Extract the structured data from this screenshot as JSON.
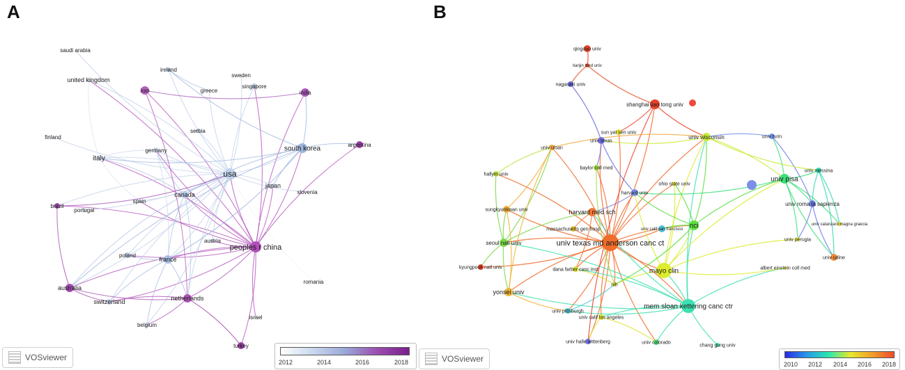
{
  "panels": [
    {
      "letter": "A",
      "badge": "VOSviewer",
      "legend": {
        "ticks": [
          "2012",
          "2014",
          "2016",
          "2018"
        ]
      },
      "nodes": [
        {
          "id": "saudi arabia",
          "c": "#ffffff"
        },
        {
          "id": "united kingdom",
          "c": "#d9e4f2"
        },
        {
          "id": "ireland",
          "c": "#a9c3e3"
        },
        {
          "id": "iran",
          "c": "#b45fbd"
        },
        {
          "id": "greece",
          "c": "#cbd9ec"
        },
        {
          "id": "sweden",
          "c": "#dfe6f1"
        },
        {
          "id": "singapore",
          "c": "#b9c9e6"
        },
        {
          "id": "india",
          "c": "#a858b8"
        },
        {
          "id": "serbia",
          "c": "#c2d2ea"
        },
        {
          "id": "finland",
          "c": "#ffffff"
        },
        {
          "id": "germany",
          "c": "#cfd9ec"
        },
        {
          "id": "south korea",
          "c": "#9db6dc"
        },
        {
          "id": "argentina",
          "c": "#9b3ea6"
        },
        {
          "id": "italy",
          "c": "#dde5f1"
        },
        {
          "id": "usa",
          "c": "#c1d1ea"
        },
        {
          "id": "japan",
          "c": "#c9d6eb"
        },
        {
          "id": "canada",
          "c": "#b4c6e5"
        },
        {
          "id": "slovenia",
          "c": "#ffffff"
        },
        {
          "id": "brazil",
          "c": "#a14cb2"
        },
        {
          "id": "portugal",
          "c": "#d9e2f0"
        },
        {
          "id": "spain",
          "c": "#d6e0ef"
        },
        {
          "id": "austria",
          "c": "#c7d4eb"
        },
        {
          "id": "peoples r china",
          "c": "#b14fb9"
        },
        {
          "id": "poland",
          "c": "#b9c9e6"
        },
        {
          "id": "france",
          "c": "#a9bde2"
        },
        {
          "id": "romania",
          "c": "#f2f2f2"
        },
        {
          "id": "australia",
          "c": "#a34cb2"
        },
        {
          "id": "switzerland",
          "c": "#c4d2ea"
        },
        {
          "id": "netherlands",
          "c": "#ad54b7"
        },
        {
          "id": "belgium",
          "c": "#ccd8ec"
        },
        {
          "id": "israel",
          "c": "#dfe6f1"
        },
        {
          "id": "turkey",
          "c": "#9b3ea6"
        }
      ],
      "edges": [
        [
          "peoples r china",
          "usa"
        ],
        [
          "peoples r china",
          "south korea"
        ],
        [
          "peoples r china",
          "canada"
        ],
        [
          "peoples r china",
          "france"
        ],
        [
          "peoples r china",
          "netherlands"
        ],
        [
          "peoples r china",
          "australia"
        ],
        [
          "peoples r china",
          "switzerland"
        ],
        [
          "peoples r china",
          "italy"
        ],
        [
          "peoples r china",
          "germany"
        ],
        [
          "peoples r china",
          "japan"
        ],
        [
          "peoples r china",
          "india"
        ],
        [
          "peoples r china",
          "iran"
        ],
        [
          "peoples r china",
          "turkey"
        ],
        [
          "peoples r china",
          "israel"
        ],
        [
          "peoples r china",
          "poland"
        ],
        [
          "peoples r china",
          "brazil"
        ],
        [
          "peoples r china",
          "austria"
        ],
        [
          "peoples r china",
          "singapore"
        ],
        [
          "peoples r china",
          "argentina"
        ],
        [
          "peoples r china",
          "united kingdom"
        ],
        [
          "peoples r china",
          "spain"
        ],
        [
          "usa",
          "canada"
        ],
        [
          "usa",
          "germany"
        ],
        [
          "usa",
          "italy"
        ],
        [
          "usa",
          "france"
        ],
        [
          "usa",
          "south korea"
        ],
        [
          "usa",
          "japan"
        ],
        [
          "usa",
          "united kingdom"
        ],
        [
          "usa",
          "ireland"
        ],
        [
          "usa",
          "netherlands"
        ],
        [
          "usa",
          "australia"
        ],
        [
          "usa",
          "switzerland"
        ],
        [
          "usa",
          "spain"
        ],
        [
          "usa",
          "brazil"
        ],
        [
          "usa",
          "greece"
        ],
        [
          "usa",
          "serbia"
        ],
        [
          "usa",
          "singapore"
        ],
        [
          "usa",
          "poland"
        ],
        [
          "usa",
          "belgium"
        ],
        [
          "usa",
          "austria"
        ],
        [
          "usa",
          "portugal"
        ],
        [
          "usa",
          "sweden"
        ],
        [
          "usa",
          "finland"
        ],
        [
          "usa",
          "slovenia"
        ],
        [
          "usa",
          "saudi arabia"
        ],
        [
          "south korea",
          "canada"
        ],
        [
          "south korea",
          "argentina"
        ],
        [
          "south korea",
          "india"
        ],
        [
          "south korea",
          "ireland"
        ],
        [
          "south korea",
          "japan"
        ],
        [
          "south korea",
          "france"
        ],
        [
          "south korea",
          "australia"
        ],
        [
          "south korea",
          "italy"
        ],
        [
          "canada",
          "france"
        ],
        [
          "canada",
          "germany"
        ],
        [
          "canada",
          "italy"
        ],
        [
          "canada",
          "netherlands"
        ],
        [
          "canada",
          "australia"
        ],
        [
          "france",
          "netherlands"
        ],
        [
          "france",
          "switzerland"
        ],
        [
          "france",
          "poland"
        ],
        [
          "france",
          "belgium"
        ],
        [
          "netherlands",
          "australia"
        ],
        [
          "netherlands",
          "switzerland"
        ],
        [
          "netherlands",
          "belgium"
        ],
        [
          "australia",
          "switzerland"
        ],
        [
          "australia",
          "brazil"
        ],
        [
          "germany",
          "italy"
        ],
        [
          "germany",
          "france"
        ],
        [
          "italy",
          "spain"
        ],
        [
          "italy",
          "united kingdom"
        ],
        [
          "ireland",
          "greece"
        ],
        [
          "iran",
          "netherlands"
        ],
        [
          "brazil",
          "usa"
        ],
        [
          "india",
          "iran"
        ],
        [
          "turkey",
          "netherlands"
        ],
        [
          "romania",
          "usa"
        ]
      ]
    },
    {
      "letter": "B",
      "badge": "VOSviewer",
      "legend": {
        "ticks": [
          "2010",
          "2012",
          "2014",
          "2016",
          "2018"
        ]
      },
      "nodes": [
        {
          "id": "qingdao univ",
          "c": "#e8422a"
        },
        {
          "id": "tianjin med univ",
          "c": "#e5542d"
        },
        {
          "id": "nagasaki univ",
          "c": "#6a6ae0"
        },
        {
          "id": "shanghai jiao tong univ",
          "c": "#e8422a"
        },
        {
          "id": "",
          "c": "#ee4a3e"
        },
        {
          "id": "sun yat sen univ",
          "c": "#e2e22a"
        },
        {
          "id": "univ texas",
          "c": "#6f6fe8"
        },
        {
          "id": "univ wisconsin",
          "c": "#c8ec3a"
        },
        {
          "id": "univ turin",
          "c": "#6f8fe8"
        },
        {
          "id": "univ ulsan",
          "c": "#f0a83a"
        },
        {
          "id": "baylor coll med",
          "c": "#a0e04a"
        },
        {
          "id": "hallym univ",
          "c": "#b8e640"
        },
        {
          "id": "ohio state univ",
          "c": "#e8e43c"
        },
        {
          "id": "harvard univ",
          "c": "#7a90e4"
        },
        {
          "id": "univ pisa",
          "c": "#3ce07a"
        },
        {
          "id": "univ messina",
          "c": "#34d8b0"
        },
        {
          "id": "sungkyunkwan univ",
          "c": "#f0b23a"
        },
        {
          "id": "harvard med sch",
          "c": "#f27a36"
        },
        {
          "id": "univ roma la sapienza",
          "c": "#6f7be8"
        },
        {
          "id": "massachusetts gen hosp",
          "c": "#e8c43a"
        },
        {
          "id": "univ calif san francisco",
          "c": "#4ec0d8"
        },
        {
          "id": "nci",
          "c": "#5ee040"
        },
        {
          "id": "univ catanzaro magna graecia",
          "c": "#e0d63a"
        },
        {
          "id": "univ texas md anderson canc ct",
          "c": "#f06c2a"
        },
        {
          "id": "seoul natl univ",
          "c": "#7cd84a"
        },
        {
          "id": "univ perugia",
          "c": "#e8e03a"
        },
        {
          "id": "kyungpook natl univ",
          "c": "#e8422a"
        },
        {
          "id": "mayo clin",
          "c": "#dcec2e"
        },
        {
          "id": "univ udine",
          "c": "#f08a3a"
        },
        {
          "id": "dana farber canc inst",
          "c": "#e0e03a"
        },
        {
          "id": "albert einstein coll med",
          "c": "#f0e43a"
        },
        {
          "id": "nih",
          "c": "#e8e43a"
        },
        {
          "id": "yonsei univ",
          "c": "#f0b43a"
        },
        {
          "id": "mem sloan kettering canc ctr",
          "c": "#3ee0b0"
        },
        {
          "id": "univ pittsburgh",
          "c": "#4ecbd8"
        },
        {
          "id": "univ calif los angeles",
          "c": "#e0e43a"
        },
        {
          "id": "univ halle wittenberg",
          "c": "#6f6fe8"
        },
        {
          "id": "univ colorado",
          "c": "#5ee07a"
        },
        {
          "id": "chang gung univ",
          "c": "#3ed8b0"
        },
        {
          "id": "",
          "c": "#7a90e8"
        }
      ],
      "edges": [
        [
          "univ texas md anderson canc ct",
          "mem sloan kettering canc ctr"
        ],
        [
          "univ texas md anderson canc ct",
          "mayo clin"
        ],
        [
          "univ texas md anderson canc ct",
          "nci"
        ],
        [
          "univ texas md anderson canc ct",
          "seoul natl univ"
        ],
        [
          "univ texas md anderson canc ct",
          "harvard med sch"
        ],
        [
          "univ texas md anderson canc ct",
          "shanghai jiao tong univ"
        ],
        [
          "univ texas md anderson canc ct",
          "univ wisconsin"
        ],
        [
          "univ texas md anderson canc ct",
          "yonsei univ"
        ],
        [
          "univ texas md anderson canc ct",
          "kyungpook natl univ"
        ],
        [
          "univ texas md anderson canc ct",
          "univ ulsan"
        ],
        [
          "univ texas md anderson canc ct",
          "sungkyunkwan univ"
        ],
        [
          "univ texas md anderson canc ct",
          "hallym univ"
        ],
        [
          "univ texas md anderson canc ct",
          "harvard univ"
        ],
        [
          "univ texas md anderson canc ct",
          "baylor coll med"
        ],
        [
          "univ texas md anderson canc ct",
          "nih"
        ],
        [
          "univ texas md anderson canc ct",
          "dana farber canc inst"
        ],
        [
          "univ texas md anderson canc ct",
          "univ pittsburgh"
        ],
        [
          "univ texas md anderson canc ct",
          "univ calif los angeles"
        ],
        [
          "univ texas md anderson canc ct",
          "massachusetts gen hosp"
        ],
        [
          "univ texas md anderson canc ct",
          "univ calif san francisco"
        ],
        [
          "univ texas md anderson canc ct",
          "ohio state univ"
        ],
        [
          "univ texas md anderson canc ct",
          "sun yat sen univ"
        ],
        [
          "univ texas md anderson canc ct",
          "univ texas"
        ],
        [
          "univ texas md anderson canc ct",
          "univ colorado"
        ],
        [
          "univ texas md anderson canc ct",
          "univ halle wittenberg"
        ],
        [
          "mem sloan kettering canc ctr",
          "mayo clin"
        ],
        [
          "mem sloan kettering canc ctr",
          "nci"
        ],
        [
          "mem sloan kettering canc ctr",
          "chang gung univ"
        ],
        [
          "mem sloan kettering canc ctr",
          "yonsei univ"
        ],
        [
          "mem sloan kettering canc ctr",
          "seoul natl univ"
        ],
        [
          "mem sloan kettering canc ctr",
          "univ pittsburgh"
        ],
        [
          "mem sloan kettering canc ctr",
          "univ calif los angeles"
        ],
        [
          "mem sloan kettering canc ctr",
          "harvard med sch"
        ],
        [
          "mem sloan kettering canc ctr",
          "dana farber canc inst"
        ],
        [
          "mem sloan kettering canc ctr",
          "albert einstein coll med"
        ],
        [
          "mem sloan kettering canc ctr",
          "univ colorado"
        ],
        [
          "mem sloan kettering canc ctr",
          "univ wisconsin"
        ],
        [
          "mayo clin",
          "nci"
        ],
        [
          "mayo clin",
          "univ wisconsin"
        ],
        [
          "mayo clin",
          "ohio state univ"
        ],
        [
          "mayo clin",
          "harvard univ"
        ],
        [
          "mayo clin",
          "albert einstein coll med"
        ],
        [
          "mayo clin",
          "univ pisa"
        ],
        [
          "mayo clin",
          "nih"
        ],
        [
          "mayo clin",
          "univ perugia"
        ],
        [
          "nci",
          "univ wisconsin"
        ],
        [
          "nci",
          "harvard univ"
        ],
        [
          "nci",
          "ohio state univ"
        ],
        [
          "nci",
          "univ pisa"
        ],
        [
          "nci",
          "univ calif san francisco"
        ],
        [
          "nci",
          "nih"
        ],
        [
          "univ pisa",
          "univ messina"
        ],
        [
          "univ pisa",
          "univ roma la sapienza"
        ],
        [
          "univ pisa",
          "univ turin"
        ],
        [
          "univ pisa",
          "univ catanzaro magna graecia"
        ],
        [
          "univ pisa",
          "univ udine"
        ],
        [
          "univ pisa",
          "univ perugia"
        ],
        [
          "univ messina",
          "univ roma la sapienza"
        ],
        [
          "univ messina",
          "univ catanzaro magna graecia"
        ],
        [
          "univ roma la sapienza",
          "univ udine"
        ],
        [
          "univ roma la sapienza",
          "univ perugia"
        ],
        [
          "univ roma la sapienza",
          "univ turin"
        ],
        [
          "univ messina",
          "univ udine"
        ],
        [
          "univ turin",
          "univ wisconsin"
        ],
        [
          "univ pisa",
          "harvard univ"
        ],
        [
          "seoul natl univ",
          "yonsei univ"
        ],
        [
          "seoul natl univ",
          "sungkyunkwan univ"
        ],
        [
          "seoul natl univ",
          "univ ulsan"
        ],
        [
          "seoul natl univ",
          "hallym univ"
        ],
        [
          "seoul natl univ",
          "kyungpook natl univ"
        ],
        [
          "seoul natl univ",
          "harvard med sch"
        ],
        [
          "yonsei univ",
          "sungkyunkwan univ"
        ],
        [
          "yonsei univ",
          "univ ulsan"
        ],
        [
          "sungkyunkwan univ",
          "univ ulsan"
        ],
        [
          "hallym univ",
          "univ ulsan"
        ],
        [
          "yonsei univ",
          "univ pittsburgh"
        ],
        [
          "qingdao univ",
          "tianjin med univ"
        ],
        [
          "tianjin med univ",
          "shanghai jiao tong univ"
        ],
        [
          "shanghai jiao tong univ",
          "sun yat sen univ"
        ],
        [
          "shanghai jiao tong univ",
          "univ wisconsin"
        ],
        [
          "nagasaki univ",
          "univ texas"
        ],
        [
          "tianjin med univ",
          "nagasaki univ"
        ],
        [
          "univ texas",
          "baylor coll med"
        ],
        [
          "univ texas",
          "harvard univ"
        ],
        [
          "harvard univ",
          "harvard med sch"
        ],
        [
          "harvard med sch",
          "massachusetts gen hosp"
        ],
        [
          "harvard med sch",
          "dana farber canc inst"
        ],
        [
          "baylor coll med",
          "nih"
        ],
        [
          "dana farber canc inst",
          "nih"
        ],
        [
          "univ calif los angeles",
          "univ halle wittenberg"
        ],
        [
          "univ calif los angeles",
          "univ colorado"
        ],
        [
          "univ pittsburgh",
          "nih"
        ],
        [
          "univ wisconsin",
          "univ pisa"
        ],
        [
          "univ wisconsin",
          "univ messina"
        ],
        [
          "univ wisconsin",
          "univ texas"
        ],
        [
          "shanghai jiao tong univ",
          "univ halle wittenberg"
        ],
        [
          "univ ulsan",
          "univ wisconsin"
        ]
      ]
    }
  ]
}
